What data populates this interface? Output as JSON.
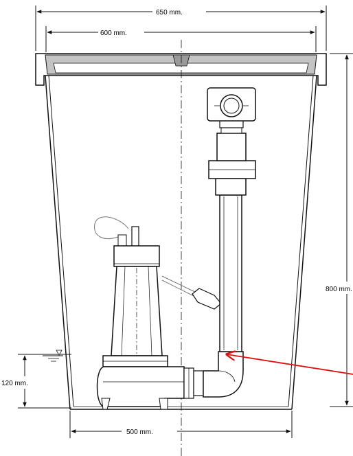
{
  "dimensions": {
    "overall_width": "650 mm.",
    "inner_width": "600 mm.",
    "base_width": "500 mm.",
    "height": "800 mm.",
    "water_level": "120 mm."
  },
  "colors": {
    "line": "#111111",
    "pipe_fill": "#ffffff",
    "lid_fill": "#bdbdbd",
    "arrow": "#e01010"
  }
}
